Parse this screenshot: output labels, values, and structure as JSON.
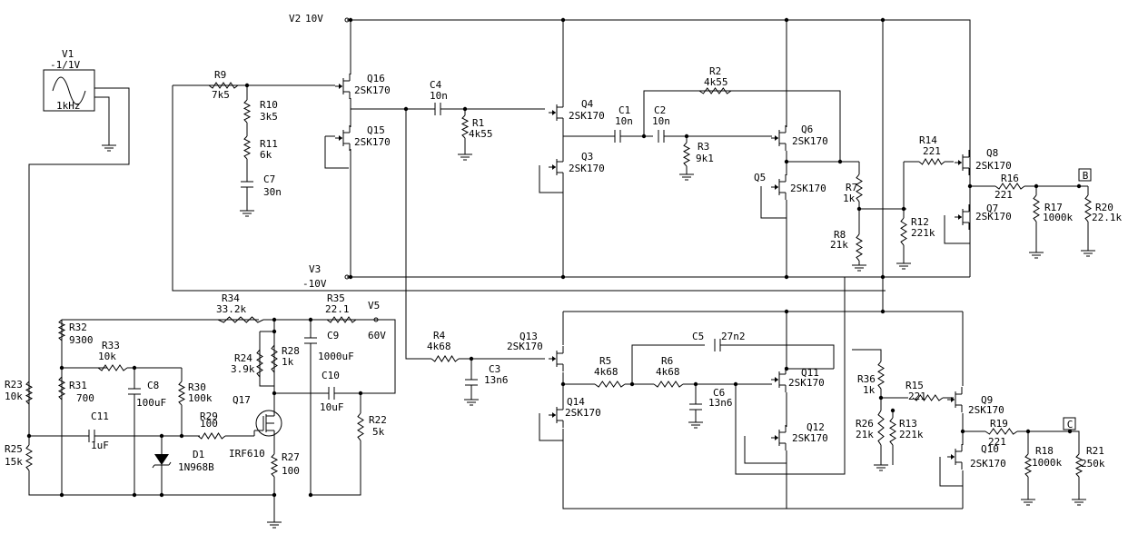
{
  "components": [
    {
      "id": "V2",
      "ref": "V2",
      "value": "10V"
    },
    {
      "id": "V3",
      "ref": "V3",
      "value": "-10V"
    },
    {
      "id": "V1",
      "ref": "V1",
      "value": "-1/1V",
      "extra": "1kHz"
    },
    {
      "id": "V5",
      "ref": "V5",
      "value": "60V"
    },
    {
      "id": "R9",
      "ref": "R9",
      "value": "7k5"
    },
    {
      "id": "R10",
      "ref": "R10",
      "value": "3k5"
    },
    {
      "id": "R11",
      "ref": "R11",
      "value": "6k"
    },
    {
      "id": "C7",
      "ref": "C7",
      "value": "30n"
    },
    {
      "id": "Q16",
      "ref": "Q16",
      "value": "2SK170"
    },
    {
      "id": "Q15",
      "ref": "Q15",
      "value": "2SK170"
    },
    {
      "id": "C4",
      "ref": "C4",
      "value": "10n"
    },
    {
      "id": "R1",
      "ref": "R1",
      "value": "4k55"
    },
    {
      "id": "Q4",
      "ref": "Q4",
      "value": "2SK170"
    },
    {
      "id": "Q3",
      "ref": "Q3",
      "value": "2SK170"
    },
    {
      "id": "C1",
      "ref": "C1",
      "value": "10n"
    },
    {
      "id": "C2",
      "ref": "C2",
      "value": "10n"
    },
    {
      "id": "R2",
      "ref": "R2",
      "value": "4k55"
    },
    {
      "id": "R3",
      "ref": "R3",
      "value": "9k1"
    },
    {
      "id": "Q6",
      "ref": "Q6",
      "value": "2SK170"
    },
    {
      "id": "Q5",
      "ref": "Q5",
      "value": "2SK170"
    },
    {
      "id": "R7",
      "ref": "R7",
      "value": "1k"
    },
    {
      "id": "R8",
      "ref": "R8",
      "value": "21k"
    },
    {
      "id": "R12",
      "ref": "R12",
      "value": "221k"
    },
    {
      "id": "R14",
      "ref": "R14",
      "value": "221"
    },
    {
      "id": "Q8",
      "ref": "Q8",
      "value": "2SK170"
    },
    {
      "id": "Q7",
      "ref": "Q7",
      "value": "2SK170"
    },
    {
      "id": "R16",
      "ref": "R16",
      "value": "221"
    },
    {
      "id": "R17",
      "ref": "R17",
      "value": "1000k"
    },
    {
      "id": "R20",
      "ref": "R20",
      "value": "22.1k"
    },
    {
      "id": "R34",
      "ref": "R34",
      "value": "33.2k"
    },
    {
      "id": "R35",
      "ref": "R35",
      "value": "22.1"
    },
    {
      "id": "R32",
      "ref": "R32",
      "value": "9300"
    },
    {
      "id": "R33",
      "ref": "R33",
      "value": "10k"
    },
    {
      "id": "R31",
      "ref": "R31",
      "value": "700"
    },
    {
      "id": "C8",
      "ref": "C8",
      "value": "100uF"
    },
    {
      "id": "R30",
      "ref": "R30",
      "value": "100k"
    },
    {
      "id": "R29",
      "ref": "R29",
      "value": "100"
    },
    {
      "id": "C11",
      "ref": "C11",
      "value": "1uF"
    },
    {
      "id": "D1",
      "ref": "D1",
      "value": "1N968B"
    },
    {
      "id": "R23",
      "ref": "R23",
      "value": "10k"
    },
    {
      "id": "R25",
      "ref": "R25",
      "value": "15k"
    },
    {
      "id": "R24",
      "ref": "R24",
      "value": "3.9k"
    },
    {
      "id": "R28",
      "ref": "R28",
      "value": "1k"
    },
    {
      "id": "C9",
      "ref": "C9",
      "value": "1000uF"
    },
    {
      "id": "C10",
      "ref": "C10",
      "value": "10uF"
    },
    {
      "id": "Q17",
      "ref": "Q17",
      "value": "IRF610"
    },
    {
      "id": "R27",
      "ref": "R27",
      "value": "100"
    },
    {
      "id": "R22",
      "ref": "R22",
      "value": "5k"
    },
    {
      "id": "R4",
      "ref": "R4",
      "value": "4k68"
    },
    {
      "id": "C3",
      "ref": "C3",
      "value": "13n6"
    },
    {
      "id": "Q13",
      "ref": "Q13",
      "value": "2SK170"
    },
    {
      "id": "Q14",
      "ref": "Q14",
      "value": "2SK170"
    },
    {
      "id": "R5",
      "ref": "R5",
      "value": "4k68"
    },
    {
      "id": "R6",
      "ref": "R6",
      "value": "4k68"
    },
    {
      "id": "C5",
      "ref": "C5",
      "value": "27n2"
    },
    {
      "id": "C6",
      "ref": "C6",
      "value": "13n6"
    },
    {
      "id": "Q11",
      "ref": "Q11",
      "value": "2SK170"
    },
    {
      "id": "Q12",
      "ref": "Q12",
      "value": "2SK170"
    },
    {
      "id": "R36",
      "ref": "R36",
      "value": "1k"
    },
    {
      "id": "R26",
      "ref": "R26",
      "value": "21k"
    },
    {
      "id": "R13",
      "ref": "R13",
      "value": "221k"
    },
    {
      "id": "R15",
      "ref": "R15",
      "value": "221"
    },
    {
      "id": "Q9",
      "ref": "Q9",
      "value": "2SK170"
    },
    {
      "id": "Q10",
      "ref": "Q10",
      "value": "2SK170"
    },
    {
      "id": "R19",
      "ref": "R19",
      "value": "221"
    },
    {
      "id": "R18",
      "ref": "R18",
      "value": "1000k"
    },
    {
      "id": "R21",
      "ref": "R21",
      "value": "250k"
    }
  ],
  "ports": [
    {
      "id": "B",
      "label": "B"
    },
    {
      "id": "C",
      "label": "C"
    }
  ]
}
